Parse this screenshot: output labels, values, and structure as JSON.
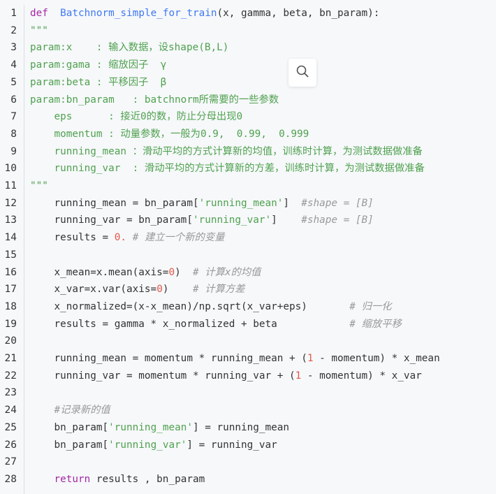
{
  "lines": [
    {
      "n": "1",
      "segs": [
        [
          "kw",
          "def"
        ],
        [
          "",
          "  "
        ],
        [
          "fn",
          "Batchnorm_simple_for_train"
        ],
        [
          "",
          "(x, gamma, beta, bn_param):"
        ]
      ]
    },
    {
      "n": "2",
      "segs": [
        [
          "str",
          "\"\"\""
        ]
      ]
    },
    {
      "n": "3",
      "segs": [
        [
          "str",
          "param:x    : 输入数据，设shape(B,L)"
        ]
      ]
    },
    {
      "n": "4",
      "segs": [
        [
          "str",
          "param:gama : 缩放因子  γ"
        ]
      ]
    },
    {
      "n": "5",
      "segs": [
        [
          "str",
          "param:beta : 平移因子  β"
        ]
      ]
    },
    {
      "n": "6",
      "segs": [
        [
          "str",
          "param:bn_param   : batchnorm所需要的一些参数"
        ]
      ]
    },
    {
      "n": "7",
      "segs": [
        [
          "str",
          "    eps      : 接近0的数，防止分母出现0"
        ]
      ]
    },
    {
      "n": "8",
      "segs": [
        [
          "str",
          "    momentum : 动量参数，一般为0.9,  0.99,  0.999"
        ]
      ]
    },
    {
      "n": "9",
      "segs": [
        [
          "str",
          "    running_mean ：滑动平均的方式计算新的均值，训练时计算，为测试数据做准备"
        ]
      ]
    },
    {
      "n": "10",
      "segs": [
        [
          "str",
          "    running_var  : 滑动平均的方式计算新的方差，训练时计算，为测试数据做准备"
        ]
      ]
    },
    {
      "n": "11",
      "segs": [
        [
          "str",
          "\"\"\""
        ]
      ]
    },
    {
      "n": "12",
      "segs": [
        [
          "",
          "    running_mean = bn_param["
        ],
        [
          "str",
          "'running_mean'"
        ],
        [
          "",
          "]  "
        ],
        [
          "cmt",
          "#shape = [B]"
        ]
      ]
    },
    {
      "n": "13",
      "segs": [
        [
          "",
          "    running_var = bn_param["
        ],
        [
          "str",
          "'running_var'"
        ],
        [
          "",
          "]    "
        ],
        [
          "cmt",
          "#shape = [B]"
        ]
      ]
    },
    {
      "n": "14",
      "segs": [
        [
          "",
          "    results = "
        ],
        [
          "num",
          "0."
        ],
        [
          "",
          " "
        ],
        [
          "cmt",
          "# 建立一个新的变量"
        ]
      ]
    },
    {
      "n": "15",
      "segs": []
    },
    {
      "n": "16",
      "segs": [
        [
          "",
          "    x_mean=x.mean(axis="
        ],
        [
          "num",
          "0"
        ],
        [
          "",
          ")  "
        ],
        [
          "cmt",
          "# 计算x的均值"
        ]
      ]
    },
    {
      "n": "17",
      "segs": [
        [
          "",
          "    x_var=x.var(axis="
        ],
        [
          "num",
          "0"
        ],
        [
          "",
          ")    "
        ],
        [
          "cmt",
          "# 计算方差"
        ]
      ]
    },
    {
      "n": "18",
      "segs": [
        [
          "",
          "    x_normalized=(x-x_mean)/np.sqrt(x_var+eps)       "
        ],
        [
          "cmt",
          "# 归一化"
        ]
      ]
    },
    {
      "n": "19",
      "segs": [
        [
          "",
          "    results = gamma * x_normalized + beta            "
        ],
        [
          "cmt",
          "# 缩放平移"
        ]
      ]
    },
    {
      "n": "20",
      "segs": []
    },
    {
      "n": "21",
      "segs": [
        [
          "",
          "    running_mean = momentum * running_mean + ("
        ],
        [
          "num",
          "1"
        ],
        [
          "",
          " - momentum) * x_mean"
        ]
      ]
    },
    {
      "n": "22",
      "segs": [
        [
          "",
          "    running_var = momentum * running_var + ("
        ],
        [
          "num",
          "1"
        ],
        [
          "",
          " - momentum) * x_var"
        ]
      ]
    },
    {
      "n": "23",
      "segs": []
    },
    {
      "n": "24",
      "segs": [
        [
          "cmt",
          "    #记录新的值"
        ]
      ]
    },
    {
      "n": "25",
      "segs": [
        [
          "",
          "    bn_param["
        ],
        [
          "str",
          "'running_mean'"
        ],
        [
          "",
          "] = running_mean"
        ]
      ]
    },
    {
      "n": "26",
      "segs": [
        [
          "",
          "    bn_param["
        ],
        [
          "str",
          "'running_var'"
        ],
        [
          "",
          "] = running_var"
        ]
      ]
    },
    {
      "n": "27",
      "segs": []
    },
    {
      "n": "28",
      "segs": [
        [
          "",
          "    "
        ],
        [
          "kw",
          "return"
        ],
        [
          "",
          " results , bn_param"
        ]
      ]
    }
  ],
  "search_icon": "search-icon"
}
